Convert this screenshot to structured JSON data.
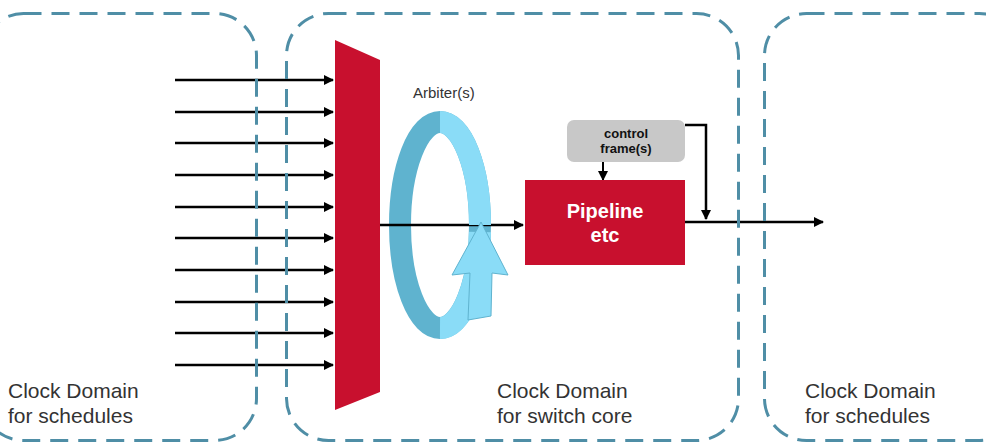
{
  "diagram": {
    "nodes": [
      {
        "text": [
          "Clock Domain for schedules"
        ]
      },
      {
        "text": [
          "Clock Domain for switch core"
        ]
      },
      {
        "text": [
          "Clock Domain for schedules"
        ]
      },
      {
        "text": [
          "control frame(s)"
        ],
        "in": 1
      },
      {
        "text": [
          "Pipeline etc"
        ],
        "in": 1
      }
    ],
    "edges": [
      {
        "from": 3,
        "to": 4,
        "arrow": "to"
      }
    ],
    "labels": [
      "Arbiter(s)"
    ]
  }
}
